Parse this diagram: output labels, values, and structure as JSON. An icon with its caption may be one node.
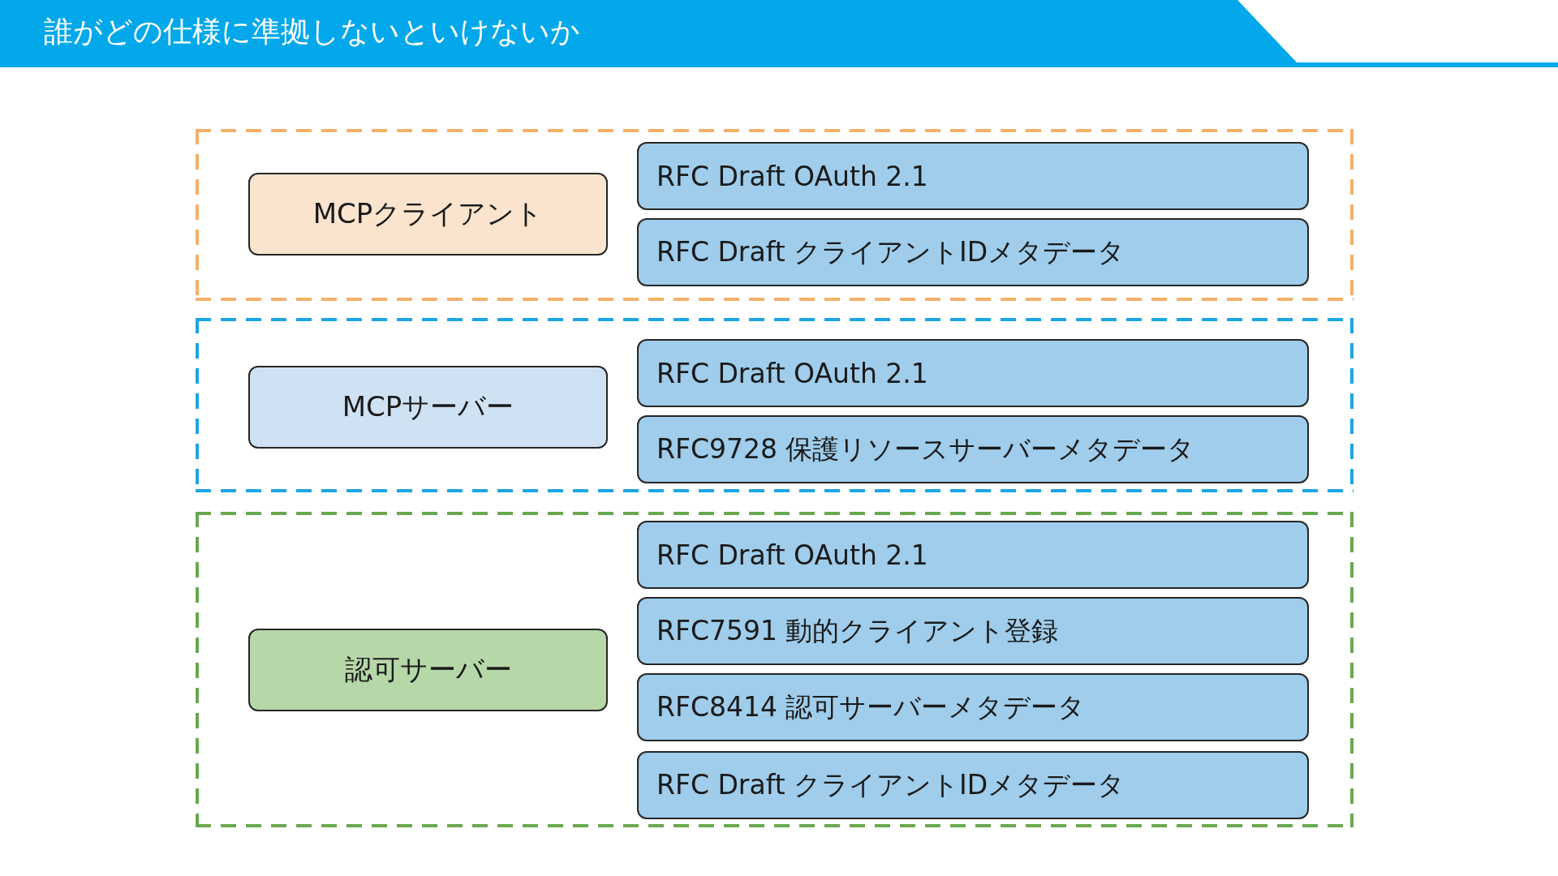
{
  "diagram": {
    "title": "誰がどの仕様に準拠しないといけないか",
    "nodes": [
      {
        "text": [],
        "shape": "box"
      },
      {
        "text": [
          "MCPクライアント"
        ],
        "in": 0
      },
      {
        "text": [
          "RFC Draft OAuth 2.1"
        ],
        "in": 0
      },
      {
        "text": [
          "RFC Draft クライアントIDメタデータ"
        ],
        "in": 0
      },
      {
        "text": [],
        "shape": "box"
      },
      {
        "text": [
          "MCPサーバー"
        ],
        "in": 4
      },
      {
        "text": [
          "RFC Draft OAuth 2.1"
        ],
        "in": 4
      },
      {
        "text": [
          "RFC9728 保護リソースサーバーメタデータ"
        ],
        "in": 4
      },
      {
        "text": [],
        "shape": "box"
      },
      {
        "text": [
          "認可サーバー"
        ],
        "in": 8
      },
      {
        "text": [
          "RFC Draft OAuth 2.1"
        ],
        "in": 8
      },
      {
        "text": [
          "RFC7591 動的クライアント登録"
        ],
        "in": 8
      },
      {
        "text": [
          "RFC8414 認可サーバーメタデータ"
        ],
        "in": 8
      },
      {
        "text": [
          "RFC Draft クライアントIDメタデータ"
        ],
        "in": 8
      }
    ],
    "edges": []
  }
}
